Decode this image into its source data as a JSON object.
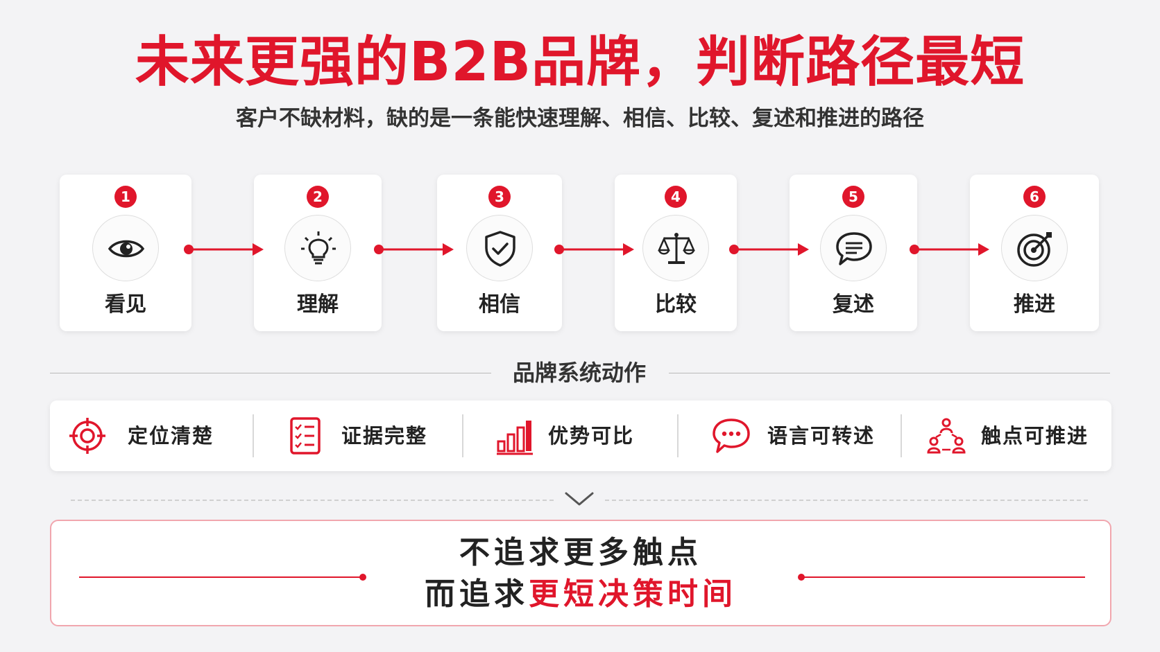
{
  "title": "未来更强的B2B品牌，判断路径最短",
  "subtitle": "客户不缺材料，缺的是一条能快速理解、相信、比较、复述和推进的路径",
  "steps": [
    {
      "num": "1",
      "label": "看见",
      "icon": "eye-icon"
    },
    {
      "num": "2",
      "label": "理解",
      "icon": "lightbulb-icon"
    },
    {
      "num": "3",
      "label": "相信",
      "icon": "shield-check-icon"
    },
    {
      "num": "4",
      "label": "比较",
      "icon": "balance-scale-icon"
    },
    {
      "num": "5",
      "label": "复述",
      "icon": "speech-bubble-icon"
    },
    {
      "num": "6",
      "label": "推进",
      "icon": "target-arrow-icon"
    }
  ],
  "section_title": "品牌系统动作",
  "actions": [
    {
      "label": "定位清楚",
      "icon": "crosshair-icon"
    },
    {
      "label": "证据完整",
      "icon": "checklist-icon"
    },
    {
      "label": "优势可比",
      "icon": "bar-chart-icon"
    },
    {
      "label": "语言可转述",
      "icon": "chat-dots-icon"
    },
    {
      "label": "触点可推进",
      "icon": "people-network-icon"
    }
  ],
  "conclusion": {
    "line1": "不追求更多触点",
    "line2_prefix": "而追求",
    "line2_highlight": "更短决策时间"
  },
  "colors": {
    "accent": "#e0162b",
    "text": "#222222",
    "background": "#f3f3f5"
  }
}
